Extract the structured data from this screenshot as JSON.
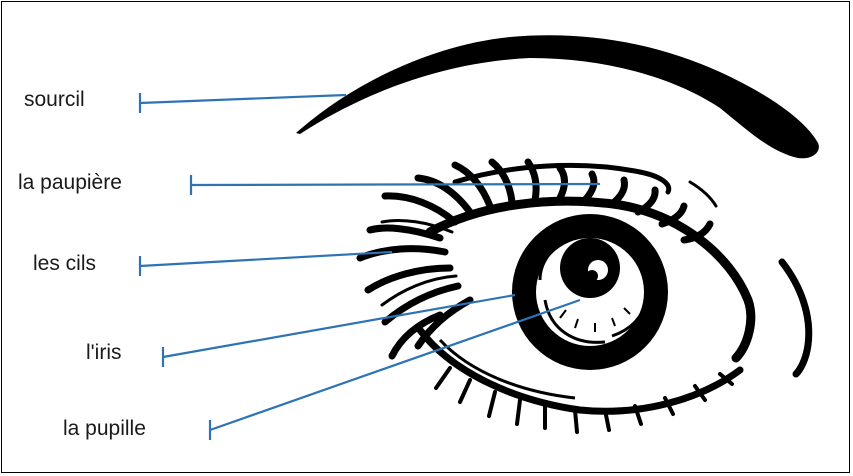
{
  "labels": {
    "eyebrow": "sourcil",
    "eyelid": "la paupière",
    "lashes": "les cils",
    "iris": "l'iris",
    "pupil": "la pupille"
  },
  "colors": {
    "leader_line": "#2e74b5",
    "ink": "#000000",
    "text": "#1a1a1a",
    "background": "#ffffff"
  }
}
